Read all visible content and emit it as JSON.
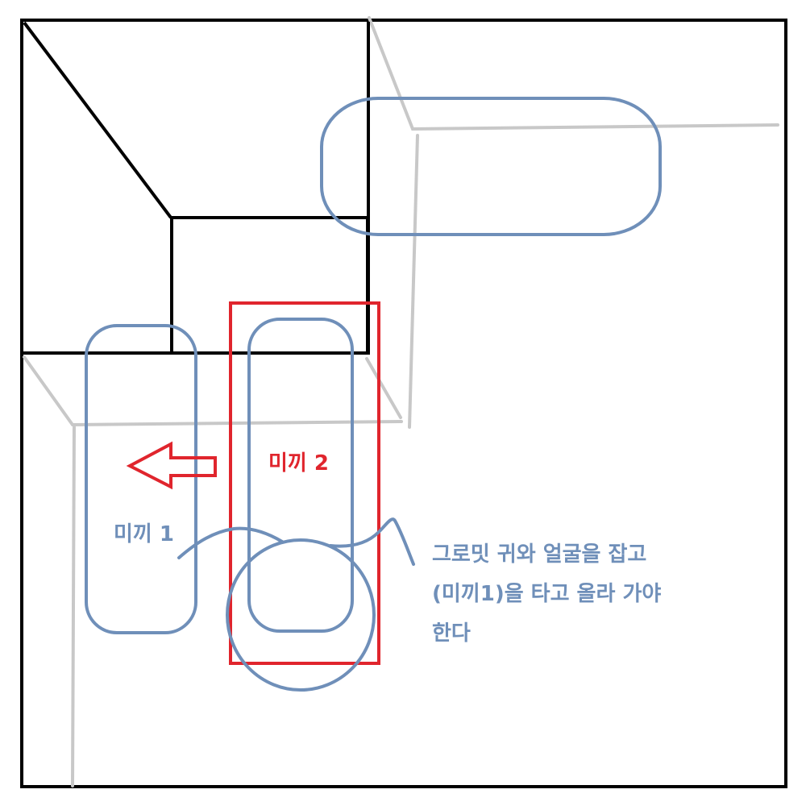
{
  "labels": {
    "mikki1": "미끼 1",
    "mikki2": "미끼 2",
    "note_line1": "그로밋 귀와 얼굴을 잡고",
    "note_line2": "(미끼1)을 타고 올라 가야",
    "note_line3": "한다"
  },
  "colors": {
    "outline": "#000000",
    "guide": "#c8c8c8",
    "blue": "#6f8fb9",
    "red": "#e0252d",
    "background": "#ffffff"
  }
}
